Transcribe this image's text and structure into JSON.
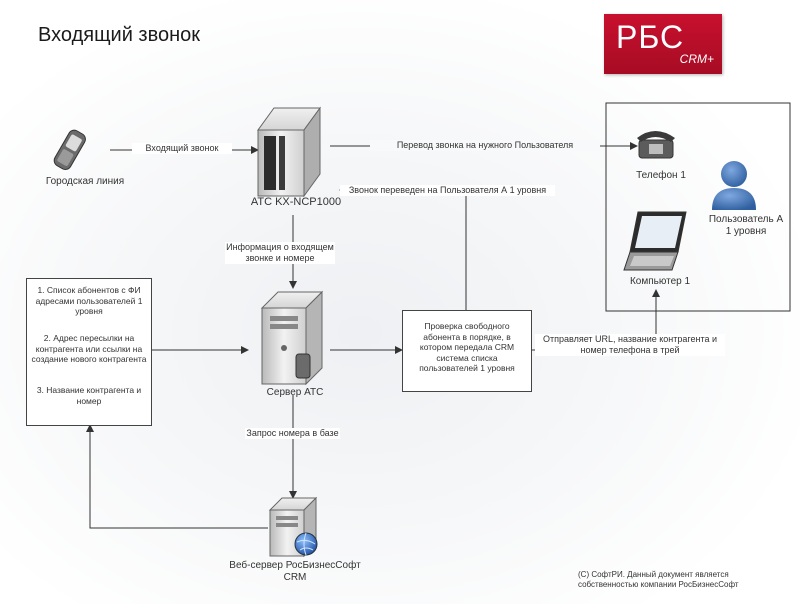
{
  "title": "Входящий звонок",
  "logo": {
    "brand": "РБС",
    "product": "CRM+"
  },
  "nodes": {
    "city_line": "Городская линия",
    "pbx": "АТС KX-NCP1000",
    "phone": "Телефон 1",
    "computer": "Компьютер 1",
    "user": "Пользователь А 1 уровня",
    "server": "Сервер АТС",
    "web_server": "Веб-сервер РосБизнесСофт CRM"
  },
  "edges": {
    "incoming_call": "Входящий звонок",
    "transfer": "Перевод звонка на нужного Пользователя",
    "call_transferred": "Звонок переведен на Пользователя А 1 уровня",
    "info": "Информация о входящем звонке и номере",
    "send_url": "Отправляет URL, название контрагента и номер телефона в трей",
    "request": "Запрос номера в базе"
  },
  "left_box": {
    "item1": "1. Список абонентов с ФИ адресами пользователей 1 уровня",
    "item2": "2. Адрес пересылки на контрагента или ссылки на создание нового контрагента",
    "item3": "3. Название контрагента и номер"
  },
  "check_box": "Проверка свободного абонента в порядке, в котором передала CRM система списка пользователей 1 уровня",
  "copyright": "(С) СофтРИ. Данный документ является собственностью компании РосБизнесСофт",
  "colors": {
    "logo_red": "#c8102e",
    "user_blue": "#3f6fb3"
  }
}
